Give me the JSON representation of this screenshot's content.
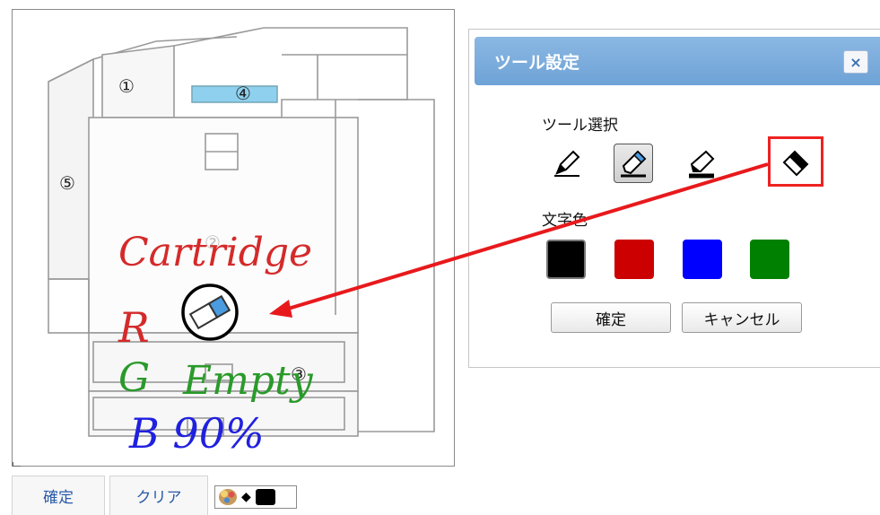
{
  "canvas": {
    "annotations": {
      "line1": "Cartridge",
      "line2": "R",
      "line3a": "G",
      "line3b": "Empty",
      "line4": "B 90%"
    },
    "part_numbers": [
      "①",
      "②",
      "③",
      "④",
      "⑤"
    ]
  },
  "bottom_bar": {
    "confirm_label": "確定",
    "clear_label": "クリア"
  },
  "dialog": {
    "title": "ツール設定",
    "close_label": "×",
    "tool_section_label": "ツール選択",
    "tools": [
      "pen-icon",
      "marker-icon",
      "highlighter-icon",
      "eraser-icon"
    ],
    "selected_tool": "marker-icon",
    "color_section_label": "文字色",
    "colors": [
      "#000000",
      "#cc0000",
      "#0000ff",
      "#008000"
    ],
    "selected_color": "#000000",
    "confirm_label": "確定",
    "cancel_label": "キャンセル"
  }
}
